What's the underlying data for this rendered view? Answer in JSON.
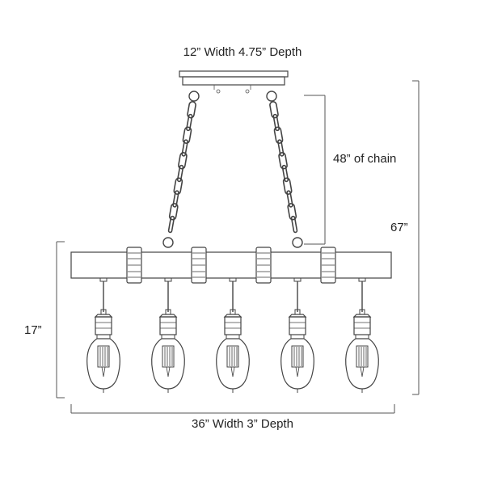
{
  "dimensions": {
    "canopy": "12”  Width 4.75”  Depth",
    "chain": "48”  of chain",
    "overall_height": "67”",
    "fixture_height": "17”",
    "beam": "36”  Width   3”  Depth"
  },
  "fixture": {
    "pendant_count": 5,
    "bands_on_beam": 4,
    "chain_count": 2,
    "line_color": "#444444"
  }
}
